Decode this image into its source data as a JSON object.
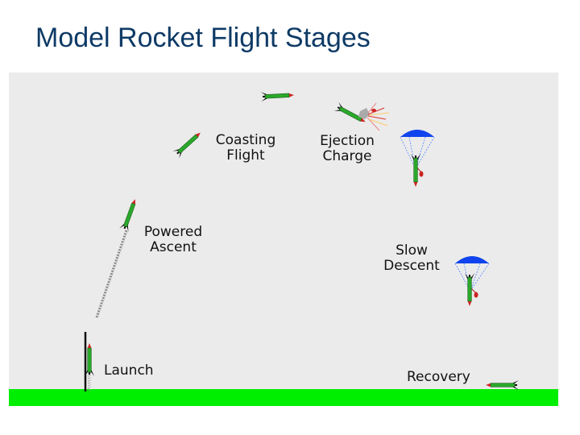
{
  "page": {
    "title": "Model Rocket Flight Stages"
  },
  "diagram": {
    "stages": [
      {
        "id": "launch",
        "label": "Launch"
      },
      {
        "id": "powered-ascent",
        "label": "Powered\nAscent"
      },
      {
        "id": "coasting-flight",
        "label": "Coasting\nFlight"
      },
      {
        "id": "ejection-charge",
        "label": "Ejection\nCharge"
      },
      {
        "id": "slow-descent",
        "label": "Slow\nDescent"
      },
      {
        "id": "recovery",
        "label": "Recovery"
      }
    ],
    "colors": {
      "ground": "#00ee00",
      "panel": "#ebebeb",
      "rocket_body": "#2aa82a",
      "rocket_nose": "#cc2222",
      "parachute": "#1144ee",
      "title": "#0e3a66"
    }
  }
}
